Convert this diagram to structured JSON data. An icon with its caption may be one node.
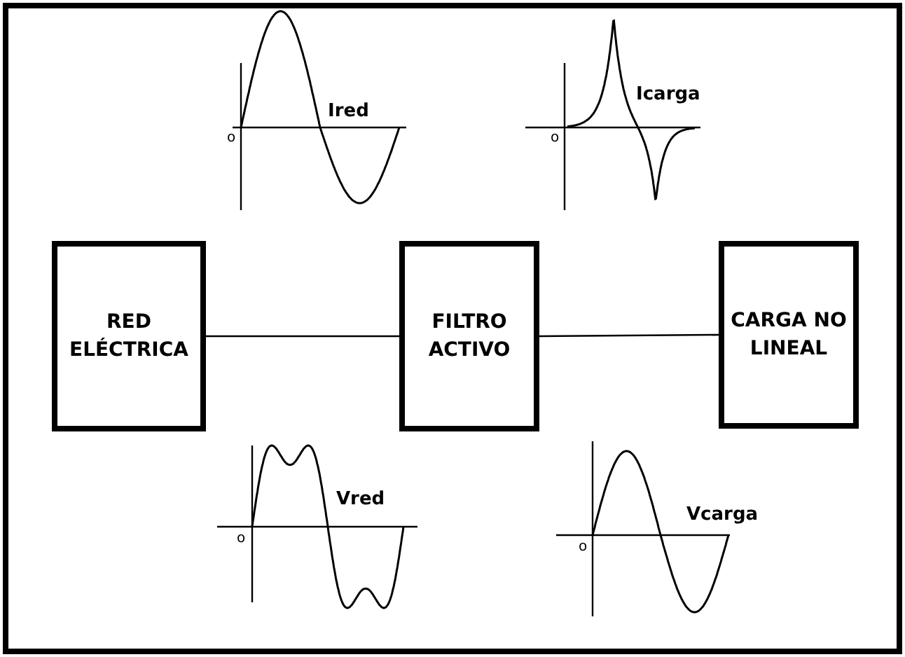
{
  "diagram": {
    "nodes": [
      {
        "text": [
          "RED ELÉCTRICA"
        ]
      },
      {
        "text": [
          "FILTRO ACTIVO"
        ]
      },
      {
        "text": [
          "CARGA NO LINEAL"
        ]
      }
    ],
    "edges": [
      {
        "from": 0,
        "to": 1,
        "arrow": "none"
      },
      {
        "from": 1,
        "to": 2,
        "arrow": "none"
      }
    ],
    "labels": [
      "Ired",
      "o",
      "Icarga",
      "o",
      "Vred",
      "o",
      "Vcarga",
      "o"
    ]
  }
}
